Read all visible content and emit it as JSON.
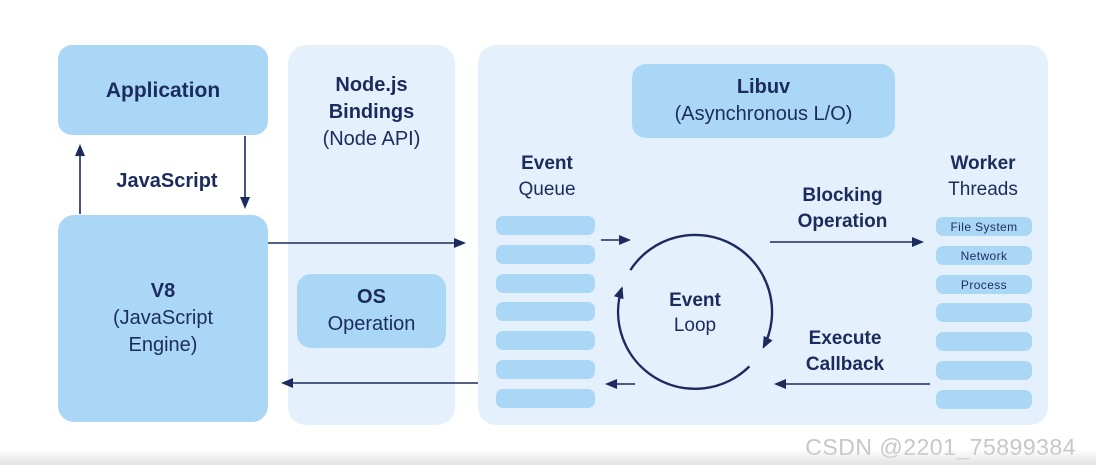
{
  "colors": {
    "navy": "#1c2b5e",
    "box_blue": "#abd7f7",
    "panel_blue": "#e4f1fc",
    "watermark_gray": "#c6c6c6",
    "background": "#ffffff"
  },
  "application": {
    "label": "Application"
  },
  "javascript_link": {
    "label": "JavaScript"
  },
  "v8": {
    "title": "V8",
    "subtitle": "(JavaScript Engine)"
  },
  "bindings_panel": {
    "title": "Node.js Bindings",
    "subtitle": "(Node API)"
  },
  "os_operation": {
    "title": "OS",
    "subtitle": "Operation"
  },
  "libuv": {
    "title": "Libuv",
    "subtitle": "(Asynchronous L/O)"
  },
  "event_queue": {
    "title": "Event",
    "subtitle": "Queue",
    "bar_count": 7
  },
  "event_loop": {
    "title": "Event",
    "subtitle": "Loop"
  },
  "blocking_operation": {
    "line1": "Blocking",
    "line2": "Operation"
  },
  "execute_callback": {
    "line1": "Execute",
    "line2": "Callback"
  },
  "worker_threads": {
    "title": "Worker",
    "subtitle": "Threads",
    "bar_labels": [
      "File System",
      "Network",
      "Process"
    ],
    "total_bars": 7
  },
  "watermark": {
    "text": "CSDN @2201_75899384"
  }
}
